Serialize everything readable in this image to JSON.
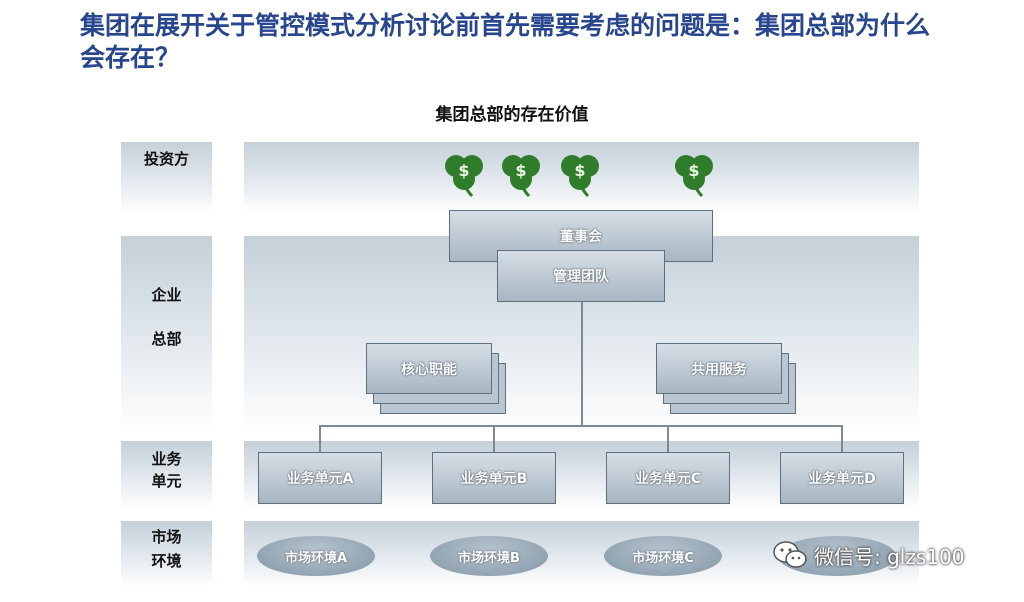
{
  "title": "集团在展开关于管控模式分析讨论前首先需要考虑的问题是：集团总部为什么会存在？",
  "subtitle": "集团总部的存在价值",
  "bands": {
    "investor": "投资方",
    "hq_line1": "企业",
    "hq_line2": "总部",
    "bu_line1": "业务",
    "bu_line2": "单元",
    "market_line1": "市场",
    "market_line2": "环境"
  },
  "hq": {
    "board": "董事会",
    "management": "管理团队",
    "core_functions": "核心职能",
    "shared_services": "共用服务"
  },
  "business_units": [
    "业务单元A",
    "业务单元B",
    "业务单元C",
    "业务单元D"
  ],
  "markets": [
    "市场环境A",
    "市场环境B",
    "市场环境C"
  ],
  "investor_icon_count": 4,
  "watermark": "微信号: glzs100"
}
